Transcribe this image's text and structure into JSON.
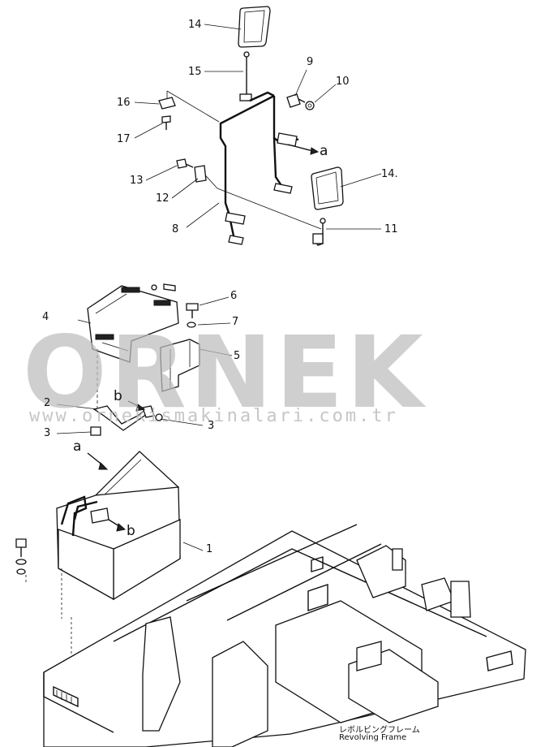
{
  "labels": [
    {
      "id": "14-top",
      "text": "14"
    },
    {
      "id": "15",
      "text": "15"
    },
    {
      "id": "9",
      "text": "9"
    },
    {
      "id": "10",
      "text": "10"
    },
    {
      "id": "16",
      "text": "16"
    },
    {
      "id": "17",
      "text": "17"
    },
    {
      "id": "a-upper",
      "text": "a"
    },
    {
      "id": "13",
      "text": "13"
    },
    {
      "id": "14-right",
      "text": "14."
    },
    {
      "id": "12",
      "text": "12"
    },
    {
      "id": "8",
      "text": "8"
    },
    {
      "id": "11",
      "text": "11"
    },
    {
      "id": "6",
      "text": "6"
    },
    {
      "id": "4",
      "text": "4"
    },
    {
      "id": "7",
      "text": "7"
    },
    {
      "id": "5",
      "text": "5"
    },
    {
      "id": "b-upper",
      "text": "b"
    },
    {
      "id": "2",
      "text": "2"
    },
    {
      "id": "3-left",
      "text": "3"
    },
    {
      "id": "3-right",
      "text": "3"
    },
    {
      "id": "a-lower",
      "text": "a"
    },
    {
      "id": "b-lower",
      "text": "b"
    },
    {
      "id": "1",
      "text": "1"
    }
  ],
  "watermark": {
    "brand": "ORNEK",
    "url": "www.ornekismakinalari.com.tr"
  },
  "caption": {
    "japanese": "レボルビングフレーム",
    "english": "Revolving Frame"
  }
}
